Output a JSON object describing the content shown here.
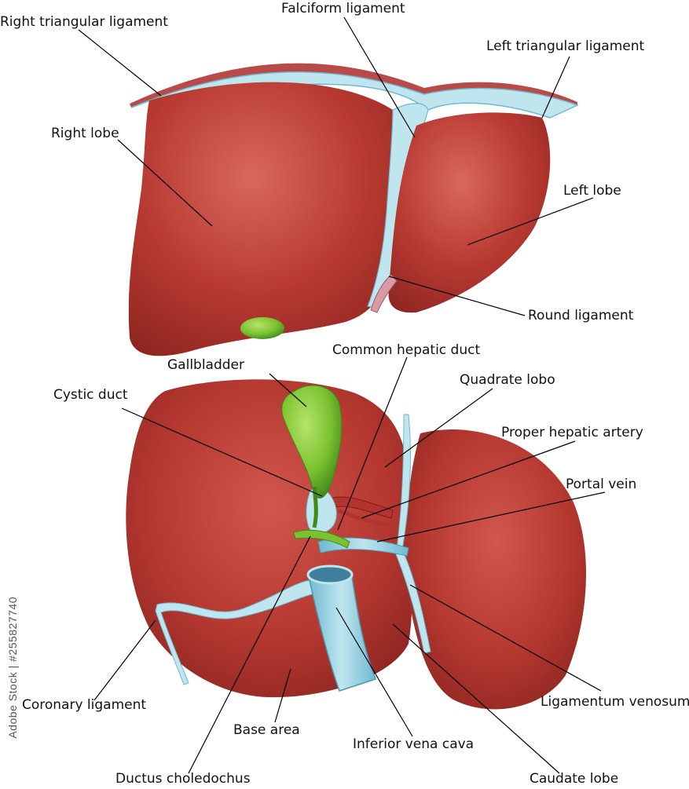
{
  "labels": {
    "right_triangular_ligament": "Right triangular ligament",
    "falciform_ligament": "Falciform ligament",
    "left_triangular_ligament": "Left triangular ligament",
    "right_lobe": "Right lobe",
    "left_lobe": "Left lobe",
    "round_ligament": "Round ligament",
    "gallbladder": "Gallbladder",
    "common_hepatic_duct": "Common hepatic duct",
    "cystic_duct": "Cystic duct",
    "quadrate_lobo": "Quadrate lobo",
    "proper_hepatic_artery": "Proper hepatic artery",
    "portal_vein": "Portal vein",
    "coronary_ligament": "Coronary ligament",
    "base_area": "Base area",
    "inferior_vena_cava": "Inferior vena cava",
    "ligamentum_venosum": "Ligamentum venosum",
    "ductus_choledochus": "Ductus choledochus",
    "caudate_lobe": "Caudate lobe"
  },
  "watermark": "Adobe Stock | #255827740",
  "colors": {
    "liver": "#b83a32",
    "liver_dark": "#8e2620",
    "liver_light": "#d9685c",
    "ligament": "#bfe6ef",
    "ligament_edge": "#6fb9cf",
    "gallbladder": "#7cc230",
    "gallbladder_dark": "#3f8a1a",
    "vessel_blue": "#8ccbe6",
    "artery": "#b5332e"
  }
}
